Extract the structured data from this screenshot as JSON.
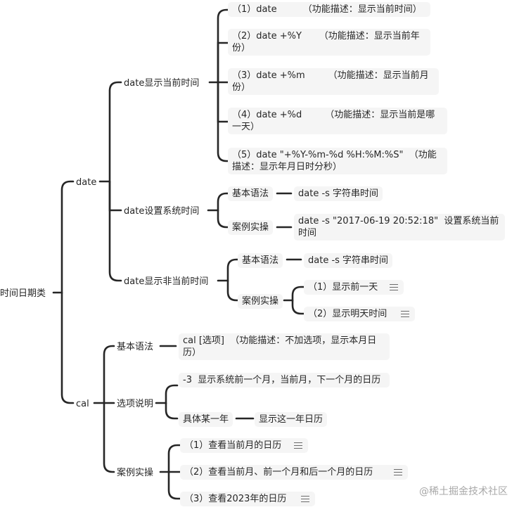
{
  "mindmap": {
    "root": "时间日期类",
    "date": {
      "label": "date",
      "show_now": {
        "label": "date显示当前时间",
        "items": [
          "（1）date         （功能描述：显示当前时间）",
          "（2）date +%Y      （功能描述：显示当前年份）",
          "（3）date +%m        （功能描述：显示当前月份）",
          "（4）date +%d        （功能描述：显示当前是哪一天）",
          "（5）date \"+%Y-%m-%d %H:%M:%S\"  （功能描述：显示年月日时分秒）"
        ]
      },
      "set_time": {
        "label": "date设置系统时间",
        "syntax_label": "基本语法",
        "syntax_value": "date -s 字符串时间",
        "example_label": "案例实操",
        "example_value": "date -s \"2017-06-19 20:52:18\"  设置系统当前时间"
      },
      "show_other": {
        "label": "date显示非当前时间",
        "syntax_label": "基本语法",
        "syntax_value": "date -s 字符串时间",
        "example_label": "案例实操",
        "examples": [
          "（1）显示前一天",
          "（2）显示明天时间"
        ]
      }
    },
    "cal": {
      "label": "cal",
      "syntax_label": "基本语法",
      "syntax_value": "cal [选项]  （功能描述：不加选项，显示本月日历）",
      "options_label": "选项说明",
      "option_1": "-3  显示系统前一个月，当前月，下一个月的日历",
      "option_2_label": "具体某一年",
      "option_2_value": "显示这一年日历",
      "example_label": "案例实操",
      "examples": [
        "（1）查看当前月的日历",
        "（2）查看当前月、前一个月和后一个月的日历",
        "（3）查看2023年的日历"
      ]
    }
  },
  "watermark": "@稀土掘金技术社区",
  "colors": {
    "line": "#262626",
    "leaf_bg": "#f5f5f5",
    "icon": "#6b6b6b"
  }
}
